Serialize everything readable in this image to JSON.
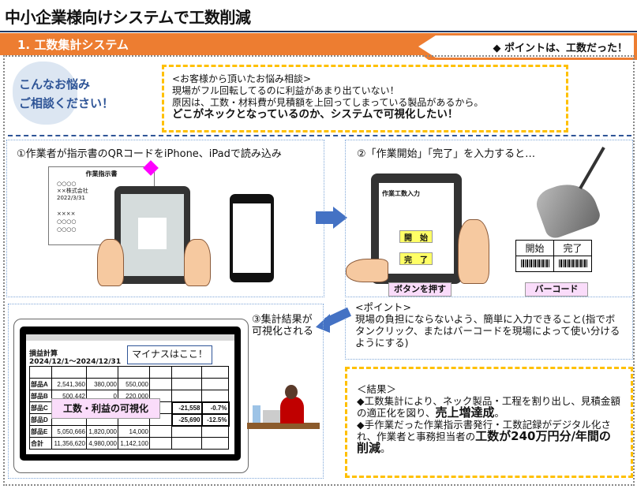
{
  "header": {
    "title": "中小企業様向けシステムで工数削減"
  },
  "section": {
    "label": "1. 工数集計システム",
    "point": "◆ ポイントは、工数だった！"
  },
  "cloud": {
    "line1": "こんなお悩み",
    "line2": "ご相談ください！"
  },
  "consultation": {
    "heading": "<お客様から頂いたお悩み相談>",
    "line1": "現場がフル回転してるのに利益があまり出ていない！",
    "line2": "原因は、工数・材料費が見積額を上回ってしまっている製品があるから。",
    "line3": "どこがネックとなっているのか、システムで可視化したい！"
  },
  "step1": {
    "title": "①作業者が指示書のQRコードをiPhone、iPadで読み込み",
    "doc_title": "作業指示書",
    "doc_rows": [
      "○○○○",
      "××株式会社",
      "2022/3/31"
    ],
    "doc_table": [
      "××××",
      "○○○○",
      "○○○○"
    ]
  },
  "step2": {
    "title": "②「作業開始」「完了」を入力すると…",
    "screen_title": "作業工数入力",
    "start": "開　始",
    "finish": "完　了",
    "button_label": "ボタンを押す",
    "barcode_headers": [
      "開始",
      "完了"
    ],
    "barcode_label": "バーコード"
  },
  "step3": {
    "title_line1": "③集計結果が",
    "title_line2": "可視化される",
    "sheet_title": "損益計算",
    "sheet_period": "2024/12/1～2024/12/31",
    "rows": [
      "部品A",
      "部品B",
      "部品C",
      "部品D",
      "部品E",
      "合計"
    ],
    "row_values": [
      [
        "2,541,360",
        "380,000",
        "550,000"
      ],
      [
        "500,442",
        "0",
        "220,000"
      ],
      [
        "",
        "",
        ""
      ],
      [
        "",
        "",
        ""
      ],
      [
        "5,050,666",
        "1,820,000",
        "14,000"
      ],
      [
        "11,356,620",
        "4,980,000",
        "1,142,100"
      ]
    ],
    "minus_values": [
      [
        "-21,558",
        "-0.7%"
      ],
      [
        "-25,690",
        "-12.5%"
      ]
    ],
    "callout": "マイナスはここ！",
    "label": "工数・利益の可視化"
  },
  "point": {
    "heading": "<ポイント>",
    "body": "現場の負担にならないよう、簡単に入力できること(指でボタンクリック、またはバーコードを現場によって使い分けるようにする)"
  },
  "result": {
    "heading": "＜結果＞",
    "item1_a": "◆工数集計により、ネック製品・工程を割り出し、見積金額の適正化を図り、",
    "item1_b": "売上増達成",
    "item1_c": "。",
    "item2_a": "◆手作業だった作業指示書発行・工数記録がデジタル化され、作業者と事務担当者の",
    "item2_b": "工数が240万円分/年間の削減",
    "item2_c": "。"
  },
  "colors": {
    "orange": "#ed7d31",
    "navy": "#1f3864",
    "yellow": "#ffc000",
    "blue": "#4472c4",
    "cloud": "#dce6f2"
  }
}
